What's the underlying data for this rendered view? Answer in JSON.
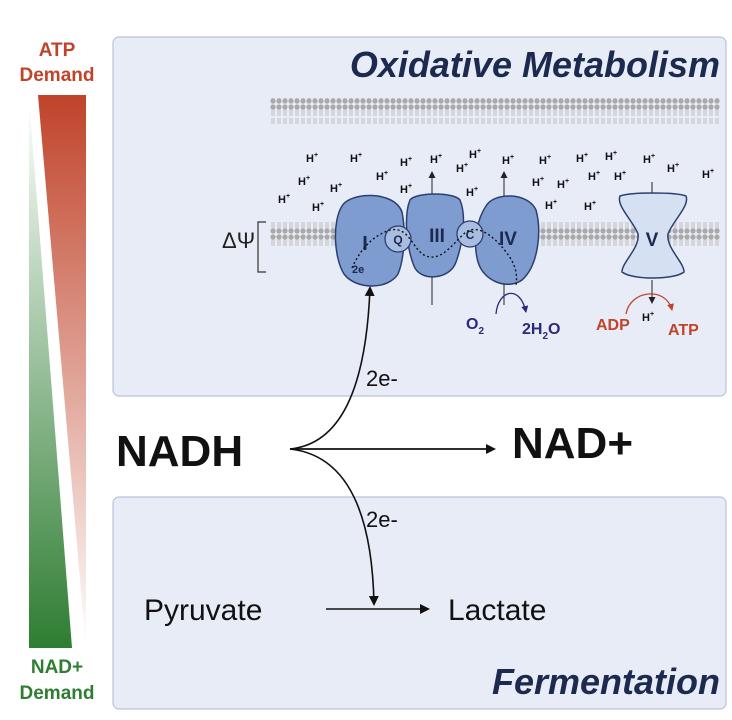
{
  "side": {
    "atp_label_line1": "ATP",
    "atp_label_line2": "Demand",
    "nad_label_line1": "NAD+",
    "nad_label_line2": "Demand",
    "atp_color": "#c0432a",
    "nad_color": "#2e7d32"
  },
  "oxidative": {
    "title": "Oxidative Metabolism",
    "delta_psi": "ΔΨ",
    "complex_I": "I",
    "complex_III": "III",
    "complex_IV": "IV",
    "complex_V": "V",
    "q": "Q",
    "c": "C",
    "two_e": "2e",
    "proton": "H",
    "o2": "O",
    "o2_sub": "2",
    "h2o_prefix": "2H",
    "h2o_sub": "2",
    "h2o_suffix": "O",
    "adp": "ADP",
    "atp": "ATP",
    "complex_color": "#7e9ccf",
    "complex_v_color": "#d5e0f2",
    "panel_color": "#e8ecf6",
    "o2_color": "#2a2a7a",
    "adp_color": "#c0432a"
  },
  "center": {
    "nadh": "NADH",
    "nad_plus": "NAD+",
    "two_e_upper": "2e-",
    "two_e_lower": "2e-"
  },
  "fermentation": {
    "title": "Fermentation",
    "pyruvate": "Pyruvate",
    "lactate": "Lactate"
  }
}
